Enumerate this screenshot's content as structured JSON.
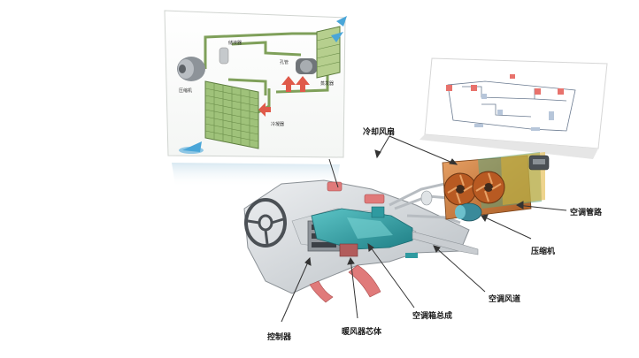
{
  "labels": {
    "cooling_fan": "冷却风扇",
    "ac_pipes": "空调管路",
    "compressor": "压缩机",
    "ac_duct": "空调风道",
    "ac_box": "空调箱总成",
    "heater_core": "暖风器芯体",
    "controller": "控制器"
  },
  "inset_labels": {
    "receiver": "储液器",
    "expansion": "孔管",
    "evaporator": "蒸发器",
    "compressor": "压缩机",
    "condenser": "冷凝器"
  },
  "colors": {
    "pipe_green": "#7fa05a",
    "hot_air": "#e05a4a",
    "cold_air": "#4aa6d8",
    "module_teal": "#2f9aa0",
    "radiator_copper": "#c97a3a",
    "schematic_red": "#e8726c"
  }
}
